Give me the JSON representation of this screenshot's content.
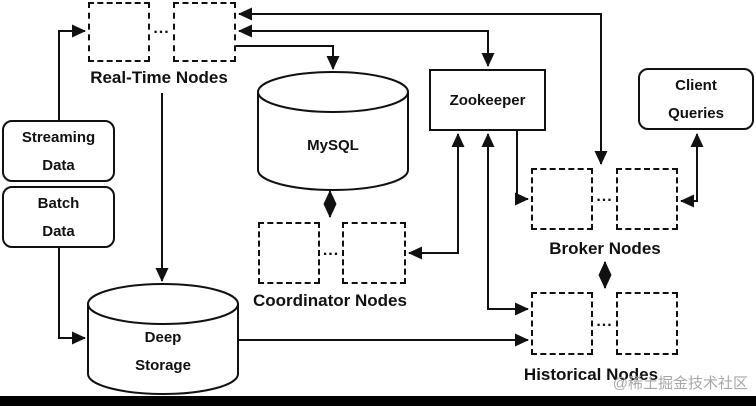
{
  "nodes": {
    "real_time": {
      "label": "Real-Time Nodes",
      "dots": "..."
    },
    "streaming_data": {
      "line1": "Streaming",
      "line2": "Data"
    },
    "batch_data": {
      "line1": "Batch",
      "line2": "Data"
    },
    "deep_storage": {
      "line1": "Deep",
      "line2": "Storage"
    },
    "mysql": {
      "label": "MySQL"
    },
    "zookeeper": {
      "label": "Zookeeper"
    },
    "coordinator": {
      "label": "Coordinator Nodes",
      "dots": "..."
    },
    "broker": {
      "label": "Broker Nodes",
      "dots": "..."
    },
    "historical": {
      "label": "Historical Nodes",
      "dots": "..."
    },
    "client_queries": {
      "line1": "Client",
      "line2": "Queries"
    }
  },
  "watermark": "@稀土掘金技术社区",
  "colors": {
    "line": "#111111",
    "background": "#ffffff",
    "watermark": "#a8a8a8",
    "footer_bar": "#000000"
  }
}
